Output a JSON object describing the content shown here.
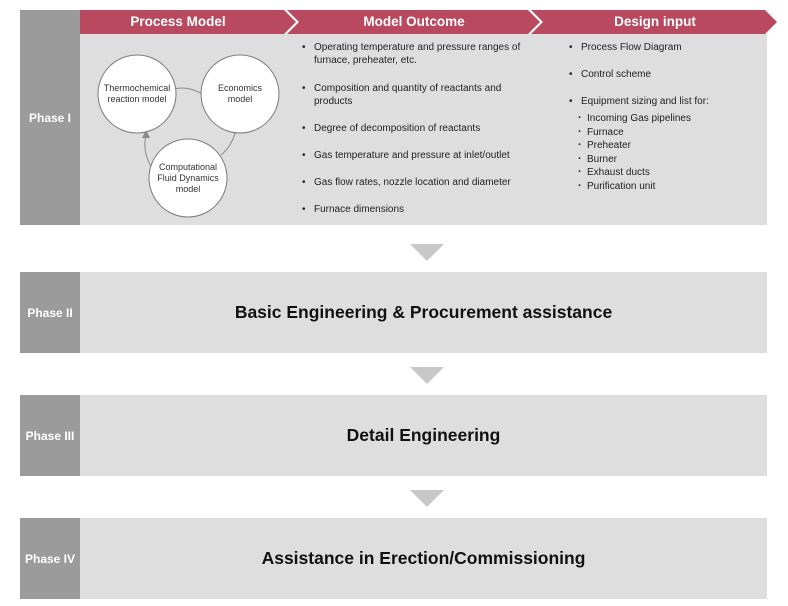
{
  "header": {
    "steps": [
      "Process Model",
      "Model Outcome",
      "Design input"
    ],
    "color": "#b8495f"
  },
  "phases": [
    {
      "label": "Phase I"
    },
    {
      "label": "Phase II",
      "title": "Basic Engineering & Procurement assistance"
    },
    {
      "label": "Phase III",
      "title": "Detail Engineering"
    },
    {
      "label": "Phase IV",
      "title": "Assistance in Erection/Commissioning"
    }
  ],
  "process_model": {
    "nodes": [
      "Thermochemical reaction model",
      "Economics model",
      "Computational Fluid Dynamics model"
    ]
  },
  "model_outcome": [
    "Operating temperature and pressure ranges of furnace, preheater, etc.",
    "Composition and quantity of reactants and products",
    "Degree of decomposition of reactants",
    "Gas temperature and pressure at inlet/outlet",
    "Gas flow rates, nozzle location and diameter",
    "Furnace dimensions"
  ],
  "design_input": {
    "items": [
      "Process Flow Diagram",
      "Control scheme",
      "Equipment sizing and list for:"
    ],
    "equipment": [
      "Incoming Gas pipelines",
      "Furnace",
      "Preheater",
      "Burner",
      "Exhaust ducts",
      "Purification unit"
    ]
  },
  "colors": {
    "phase_label_bg": "#9b9b9b",
    "phase_body_bg": "#dedede",
    "arrow": "#c8c8c8"
  }
}
